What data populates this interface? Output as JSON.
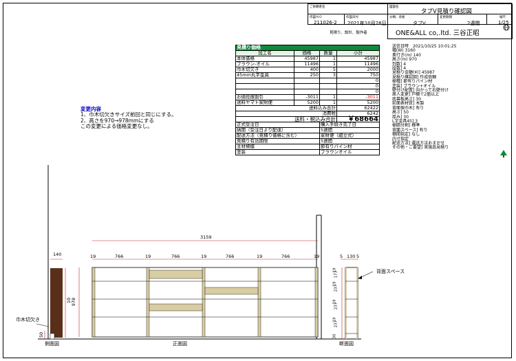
{
  "title_block": {
    "customer_label": "ご依頼者名",
    "drawing_label": "図面名",
    "drawing_title": "タブV見積り確認図",
    "order_no_label": "作図ＮＯ",
    "order_no": "211026-2",
    "date_label": "作図日付",
    "date": "2021年10月28日",
    "class_label": "分類、背板",
    "class_value": "タブV",
    "period_label": "変更期間",
    "period_value": "2週間",
    "scale_label": "縮尺",
    "scale_value": "1/25",
    "maker_label": "見積り、設計、製作者",
    "maker": "ONE&ALL co,.ltd. 三谷正昭"
  },
  "price": {
    "header": "見積り価格",
    "columns": [
      "加工名",
      "価格",
      "数量",
      "小計"
    ],
    "rows": [
      {
        "name": "本体価格",
        "price": "45987",
        "qty": "1",
        "sub": "45987",
        "red": false
      },
      {
        "name": "ブラウン-オイル",
        "price": "11496",
        "qty": "1",
        "sub": "11496",
        "red": false
      },
      {
        "name": "巾木切欠き",
        "price": "400",
        "qty": "5",
        "sub": "2000",
        "red": false
      },
      {
        "name": "45mm丸字金具",
        "price": "250",
        "qty": "3",
        "sub": "750",
        "red": false
      },
      {
        "name": "",
        "price": "",
        "qty": "",
        "sub": "0",
        "red": false
      },
      {
        "name": "",
        "price": "",
        "qty": "",
        "sub": "0",
        "red": false
      },
      {
        "name": "",
        "price": "",
        "qty": "",
        "sub": "0",
        "red": false
      },
      {
        "name": "お値段振割引",
        "price": "-3011",
        "qty": "1",
        "sub": "-3011",
        "red": true
      },
      {
        "name": "送料ヤマト家財便",
        "price": "5200",
        "qty": "1",
        "sub": "5200",
        "red": false
      }
    ],
    "shipping_total_label": "送料込み合計",
    "shipping_total": "62422",
    "tax_label": "消費税",
    "tax": "6242",
    "grand_label": "送料・税込み合計",
    "grand_total": "￥68664",
    "info": [
      {
        "k": "正式受注日",
        "v": "購入手続き完了日"
      },
      {
        "k": "納期（受注日より配達）",
        "v": "5週間"
      },
      {
        "k": "配送方法（見積り価格に含む）",
        "v": "家財便（組立式）"
      },
      {
        "k": "見積り有効期限",
        "v": "5週間"
      },
      {
        "k": "主材規模",
        "v": "節有りパイン材"
      },
      {
        "k": "塗装",
        "v": "ブラウンオイル"
      }
    ]
  },
  "spec": [
    "送信日時　2021/10/25 10:01:25",
    "幅(W) 3160",
    "奥行き(m) 140",
    "高さ(m) 970",
    "列数] 4",
    "段数] 4",
    "見積り金額(¥)] 45987",
    "見積り確認図] 作成依頼",
    "樹種] 節有りパイン材",
    "塗装] ブラウン+オイル",
    "壁付け配置] 向かって右壁付け",
    "扉人変更] 戸棚で2箇以上",
    "底幕板高さ] 30",
    "前面表材質] 木製",
    "背面保巾木] 有り",
    "高さ] 50",
    "厚み] 30",
    "L字金具45] 3",
    "樹脂分割] 標準",
    "背面スペース] 有り",
    "棚間指定] なし",
    "内寸指定",
    "配送方法] 運送方法おまかせ",
    "その他・ご要望] 実施品見積り"
  ],
  "change": {
    "title": "変更内容",
    "lines": [
      "1、巾木切欠きサイズ前回と同じにする。",
      "2、高さを970→978mmにする",
      "この変更による価格変更なし。"
    ]
  },
  "drawing": {
    "overall_width": "3159",
    "col_width": "766",
    "panel": "19",
    "side_depth": "140",
    "front_height": "978",
    "baseboard_h": "50",
    "baseboard_t": "10",
    "section_top": [
      "5",
      "130",
      "5"
    ],
    "section_heights": [
      "19",
      "173",
      "19",
      "237",
      "19",
      "237",
      "19",
      "237",
      "30"
    ],
    "kick_label": "巾木切欠き",
    "back_space_label": "背面スペース",
    "side_view_label": "側面図",
    "front_view_label": "正面図",
    "section_view_label": "断面図"
  },
  "colors": {
    "header_green": "#0d8a3a",
    "shelf_tan": "#d9cda3",
    "side_brown": "#5a2f1a",
    "dim_red": "#c82020",
    "discount_red": "#e00000"
  }
}
